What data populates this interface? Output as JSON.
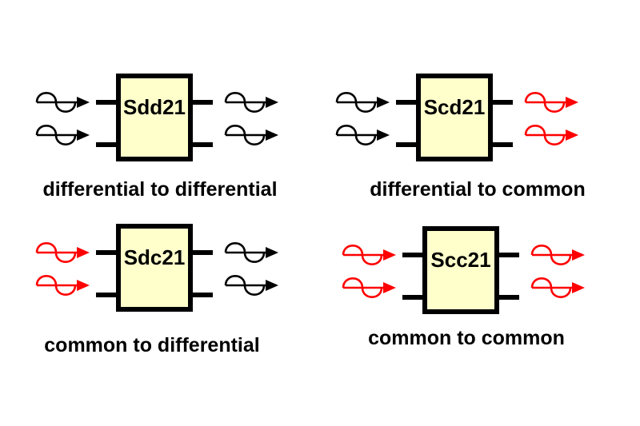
{
  "colors": {
    "background": "#ffffff",
    "block_fill": "#ffffcc",
    "line": "#000000",
    "differential": "#000000",
    "common": "#ff0000"
  },
  "icons": {
    "input": "sine-arrow-icon",
    "output": "sine-arrow-icon"
  },
  "blocks": [
    {
      "id": "sdd21",
      "label": "Sdd21",
      "caption": "differential to differential",
      "input_mode": "differential",
      "output_mode": "differential"
    },
    {
      "id": "scd21",
      "label": "Scd21",
      "caption": "differential to common",
      "input_mode": "differential",
      "output_mode": "common"
    },
    {
      "id": "sdc21",
      "label": "Sdc21",
      "caption": "common to differential",
      "input_mode": "common",
      "output_mode": "differential"
    },
    {
      "id": "scc21",
      "label": "Scc21",
      "caption": "common to common",
      "input_mode": "common",
      "output_mode": "common"
    }
  ]
}
